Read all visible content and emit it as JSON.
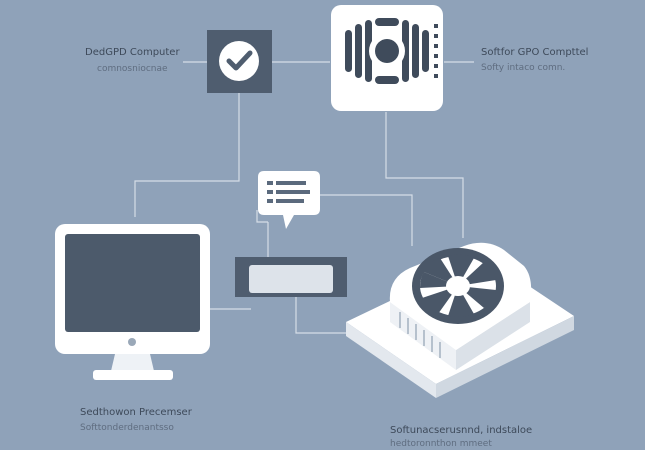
{
  "labels": {
    "top_left": {
      "title": "DedGPD Computer",
      "subtitle": "comnosniocnae"
    },
    "top_right": {
      "title": "Softfor GPO Compttel",
      "subtitle": "Softy intaco comn."
    },
    "bottom_left": {
      "title": "Sedthowon Precemser",
      "subtitle": "Softtonderdenantsso"
    },
    "bottom_right": {
      "title": "Softunacserusnnd, indstaloe",
      "subtitle": "hedtoronnthon mmeet"
    }
  },
  "icons": {
    "check": "checkmark-icon",
    "fan_panel": "cooling-fan-panel-icon",
    "chat": "chat-message-icon",
    "monitor": "desktop-monitor-icon",
    "bridge": "connector-block-icon",
    "gpu_fan": "gpu-fan-unit-icon"
  },
  "colors": {
    "background": "#8fa2b9",
    "line": "#d5dde7",
    "dark": "#4f5d6f",
    "white": "#ffffff"
  }
}
